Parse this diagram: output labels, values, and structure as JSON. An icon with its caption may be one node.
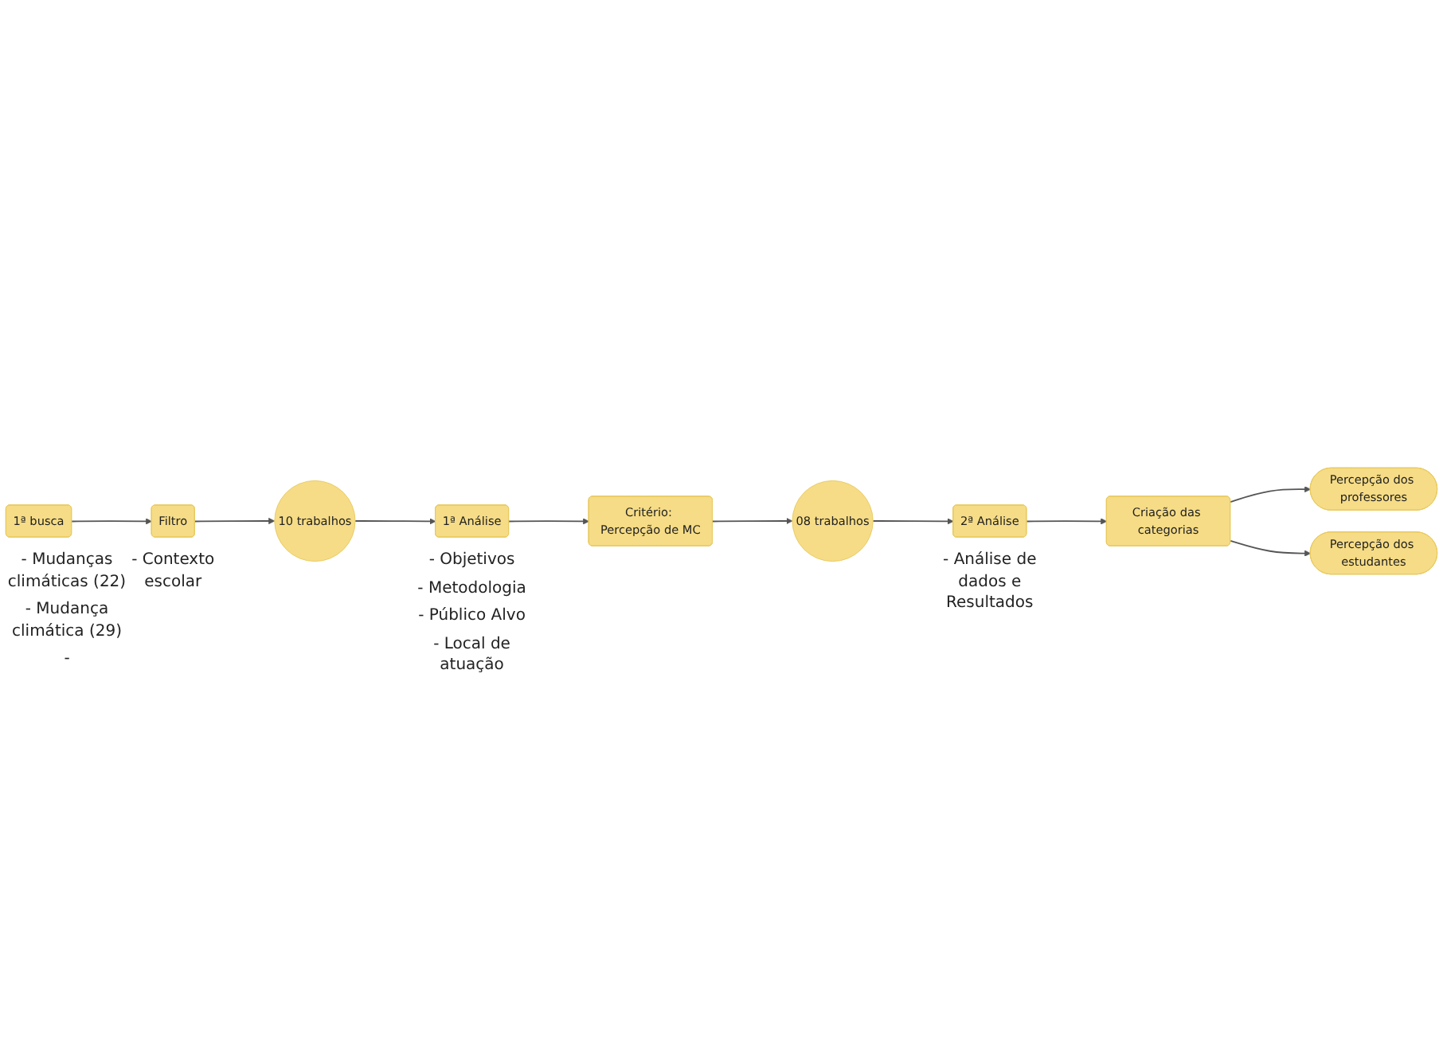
{
  "diagram": {
    "nodes": [
      {
        "text": [
          "1ª busca"
        ],
        "beside": [
          "- Mudanças climáticas (22)",
          "- Mudança climática (29)",
          "-"
        ]
      },
      {
        "text": [
          "Filtro"
        ],
        "beside": [
          "- Contexto escolar"
        ]
      },
      {
        "text": [
          "10 trabalhos"
        ]
      },
      {
        "text": [
          "1ª Análise"
        ],
        "beside": [
          "- Objetivos",
          "- Metodologia",
          "- Público Alvo",
          "- Local de atuação"
        ]
      },
      {
        "text": [
          "Critério: Percepção de MC"
        ]
      },
      {
        "text": [
          "08 trabalhos"
        ]
      },
      {
        "text": [
          "2ª Análise"
        ],
        "beside": [
          "- Análise de dados e Resultados"
        ]
      },
      {
        "text": [
          "Criação das categorias"
        ]
      },
      {
        "text": [
          "Percepção dos professores"
        ]
      },
      {
        "text": [
          "Percepção dos estudantes"
        ]
      }
    ],
    "edges": [
      {
        "from": 0,
        "to": 1,
        "arrow": "to"
      },
      {
        "from": 1,
        "to": 2,
        "arrow": "to"
      },
      {
        "from": 2,
        "to": 3,
        "arrow": "to"
      },
      {
        "from": 3,
        "to": 4,
        "arrow": "to"
      },
      {
        "from": 4,
        "to": 5,
        "arrow": "to"
      },
      {
        "from": 5,
        "to": 6,
        "arrow": "to"
      },
      {
        "from": 6,
        "to": 7,
        "arrow": "to"
      },
      {
        "from": 7,
        "to": 8,
        "arrow": "to"
      },
      {
        "from": 7,
        "to": 9,
        "arrow": "to"
      }
    ]
  }
}
